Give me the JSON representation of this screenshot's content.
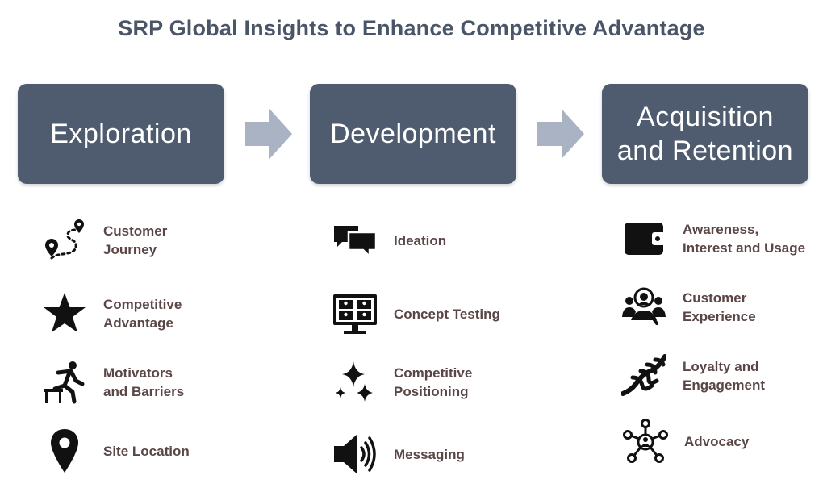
{
  "title": "SRP Global Insights to Enhance Competitive Advantage",
  "stages": [
    {
      "label": "Exploration",
      "items": [
        {
          "label": "Customer\nJourney",
          "icon": "route-icon"
        },
        {
          "label": "Competitive\nAdvantage",
          "icon": "star-icon"
        },
        {
          "label": "Motivators\nand Barriers",
          "icon": "hurdle-runner-icon"
        },
        {
          "label": "Site Location",
          "icon": "map-pin-icon"
        }
      ]
    },
    {
      "label": "Development",
      "items": [
        {
          "label": "Ideation",
          "icon": "speech-bubbles-icon"
        },
        {
          "label": "Concept Testing",
          "icon": "video-call-monitor-icon"
        },
        {
          "label": "Competitive\nPositioning",
          "icon": "sparkle-stars-icon"
        },
        {
          "label": "Messaging",
          "icon": "speaker-icon"
        }
      ]
    },
    {
      "label": "Acquisition\nand Retention",
      "items": [
        {
          "label": "Awareness,\nInterest and Usage",
          "icon": "wallet-icon"
        },
        {
          "label": "Customer\nExperience",
          "icon": "customer-group-icon"
        },
        {
          "label": "Loyalty and\nEngagement",
          "icon": "rope-knot-icon"
        },
        {
          "label": "Advocacy",
          "icon": "network-icon"
        }
      ]
    }
  ],
  "colors": {
    "stage_fill": "#4f5b6e",
    "arrow_fill": "#a9b3c4",
    "title_text": "#4a5567",
    "item_text": "#5a4646",
    "icon": "#111111"
  }
}
